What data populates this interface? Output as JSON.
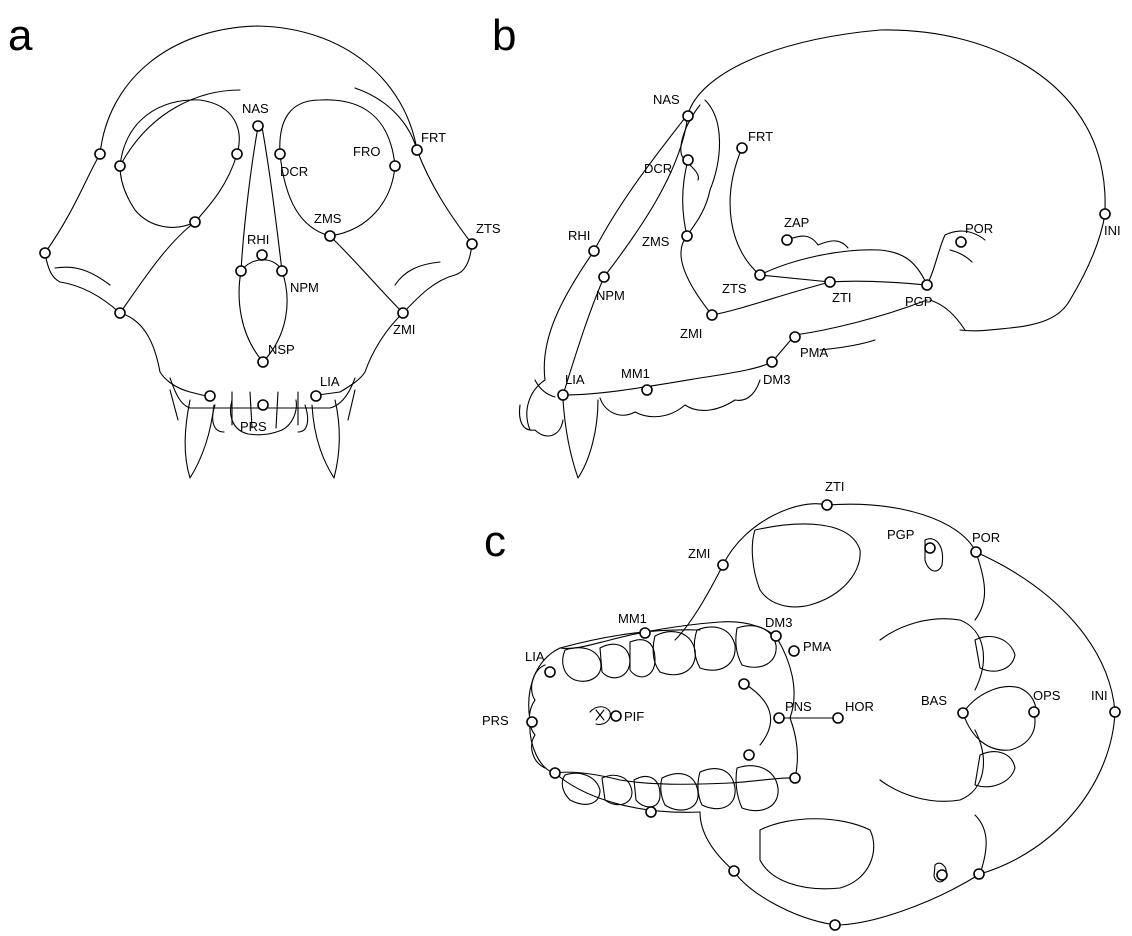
{
  "panels": {
    "a": {
      "letter": "a",
      "landmarks": {
        "NAS": "NAS",
        "FRT": "FRT",
        "FRO": "FRO",
        "DCR": "DCR",
        "ZTS": "ZTS",
        "ZMS": "ZMS",
        "RHI": "RHI",
        "NPM": "NPM",
        "ZMI": "ZMI",
        "NSP": "NSP",
        "LIA": "LIA",
        "PRS": "PRS"
      }
    },
    "b": {
      "letter": "b",
      "landmarks": {
        "NAS": "NAS",
        "FRT": "FRT",
        "DCR": "DCR",
        "ZAP": "ZAP",
        "POR": "POR",
        "INI": "INI",
        "RHI": "RHI",
        "ZMS": "ZMS",
        "NPM": "NPM",
        "ZTS": "ZTS",
        "ZTI": "ZTI",
        "PGP": "PGP",
        "ZMI": "ZMI",
        "PMA": "PMA",
        "LIA": "LIA",
        "MM1": "MM1",
        "DM3": "DM3"
      }
    },
    "c": {
      "letter": "c",
      "landmarks": {
        "ZTI": "ZTI",
        "PGP": "PGP",
        "POR": "POR",
        "ZMI": "ZMI",
        "MM1": "MM1",
        "DM3": "DM3",
        "PMA": "PMA",
        "LIA": "LIA",
        "PRS": "PRS",
        "PIF": "PIF",
        "PNS": "PNS",
        "HOR": "HOR",
        "BAS": "BAS",
        "OPS": "OPS",
        "INI": "INI"
      }
    }
  },
  "colors": {
    "line": "#000000",
    "landmark_fill": "#ffffff"
  }
}
